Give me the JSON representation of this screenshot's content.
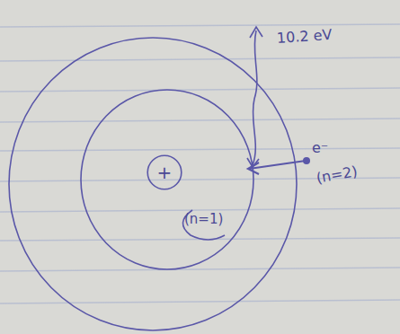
{
  "diagram": {
    "nodes": [
      {
        "text": [
          "+"
        ]
      }
    ],
    "labels": [
      "10.2 eV",
      "e⁻",
      "(n=2)",
      "(n=1)"
    ]
  }
}
